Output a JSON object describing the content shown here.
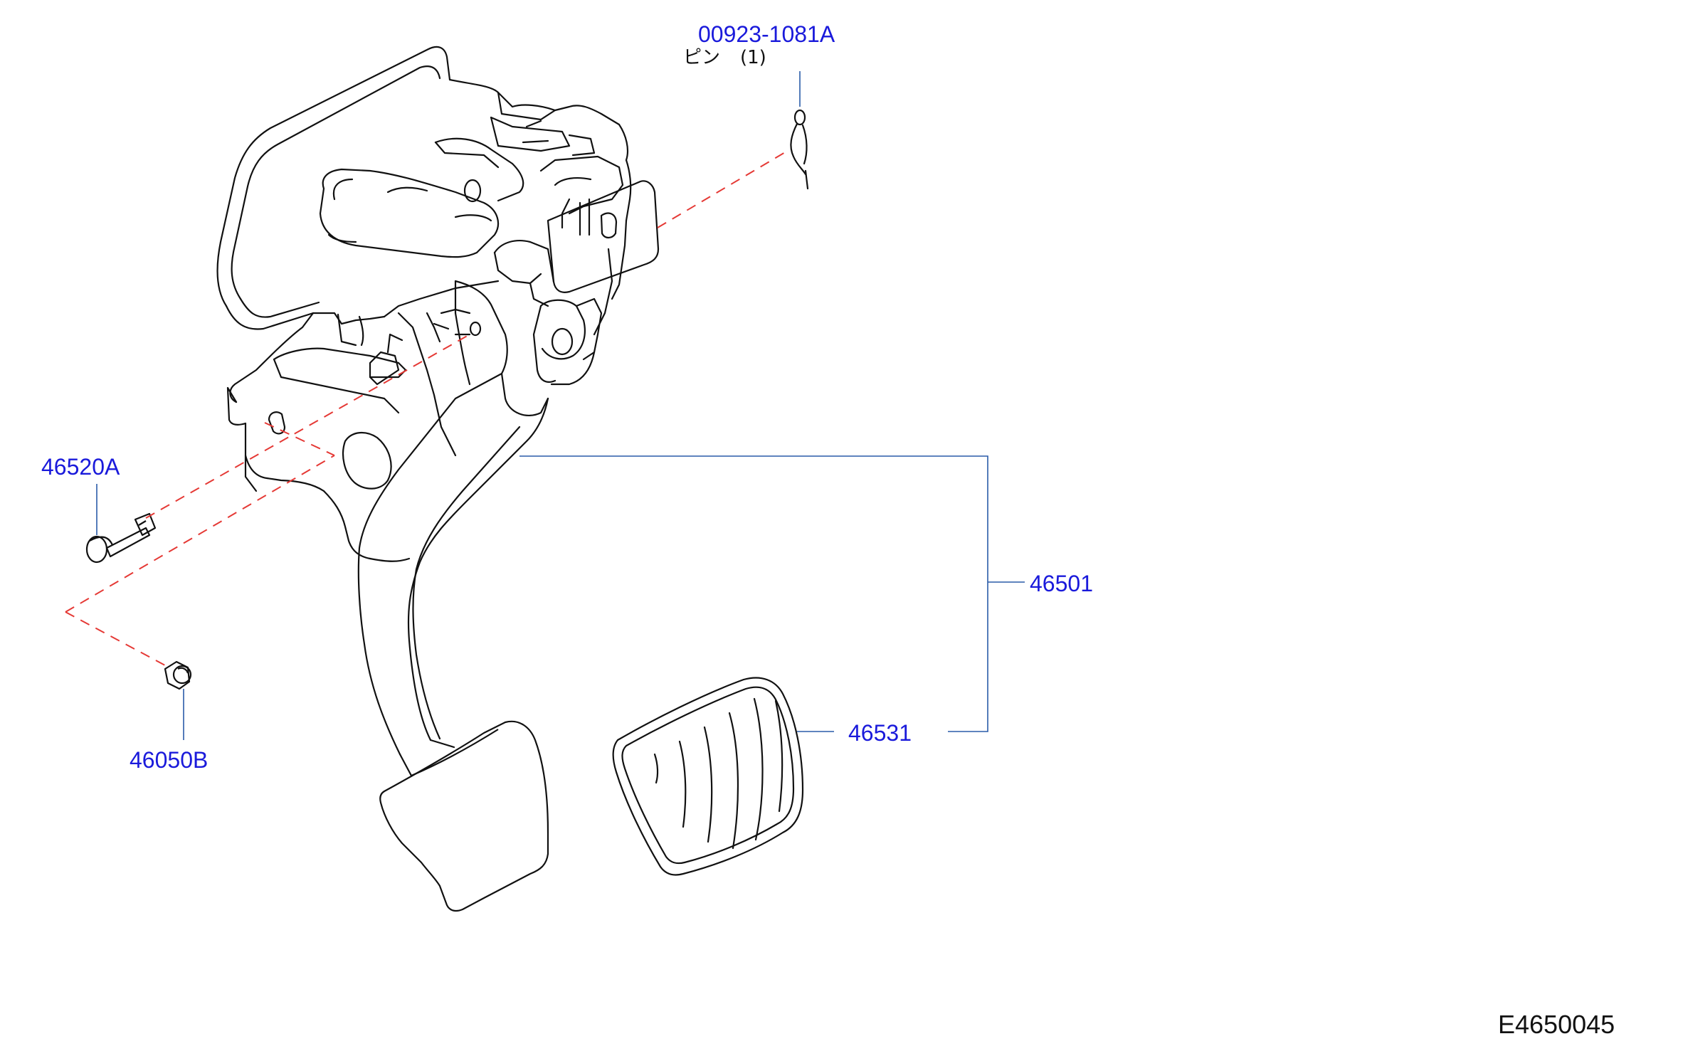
{
  "parts": {
    "pin": {
      "number": "00923-1081A",
      "name": "ピン",
      "qty": "(1)"
    },
    "bolt": {
      "number": "46520A"
    },
    "nut": {
      "number": "46050B"
    },
    "pedal_assembly": {
      "number": "46501"
    },
    "pedal_pad": {
      "number": "46531"
    }
  },
  "diagram_code": "E4650045",
  "colors": {
    "callout_text": "#1a1adb",
    "leader_line": "#2a5ba8",
    "dashed_line": "#e53935",
    "drawing_line": "#111111"
  }
}
